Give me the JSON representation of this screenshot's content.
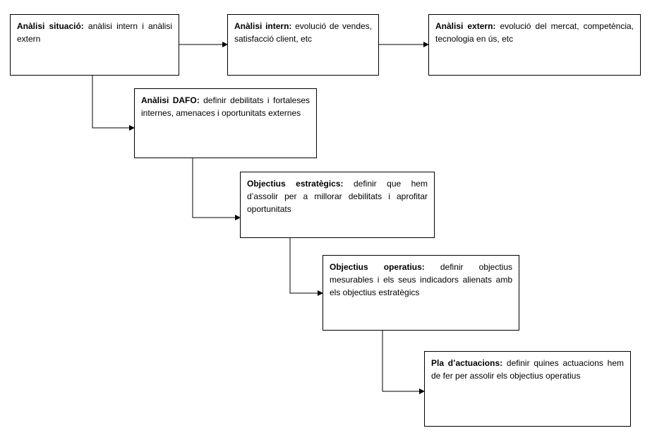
{
  "boxes": [
    {
      "id": "situacio",
      "title": "Anàlisi situació:",
      "text": " anàlisi intern i anàlisi extern"
    },
    {
      "id": "intern",
      "title": "Anàlisi intern:",
      "text": " evolució de vendes, satisfacció client, etc"
    },
    {
      "id": "extern",
      "title": "Anàlisi extern:",
      "text": " evolució del mercat, competència, tecnologia en ús, etc"
    },
    {
      "id": "dafo",
      "title": "Anàlisi DAFO:",
      "text": " definir debilitats i fortaleses internes, amenaces i oportunitats externes"
    },
    {
      "id": "estrategics",
      "title": "Objectius estratègics:",
      "text": " definir que hem d’assolir per a millorar debilitats i aprofitar oportunitats"
    },
    {
      "id": "operatius",
      "title": "Objectius operatius:",
      "text": " definir objectius mesurables i els seus indicadors alienats amb els objectius estratègics"
    },
    {
      "id": "actuacions",
      "title": "Pla d’actuacions:",
      "text": " definir quines actuacions hem de fer per assolir els objectius operatius"
    }
  ],
  "edges": [
    {
      "from": "situacio",
      "to": "intern"
    },
    {
      "from": "intern",
      "to": "extern"
    },
    {
      "from": "situacio",
      "to": "dafo"
    },
    {
      "from": "dafo",
      "to": "estrategics"
    },
    {
      "from": "estrategics",
      "to": "operatius"
    },
    {
      "from": "operatius",
      "to": "actuacions"
    }
  ],
  "colors": {
    "line": "#000000",
    "box_border": "#000000",
    "background": "#ffffff"
  }
}
